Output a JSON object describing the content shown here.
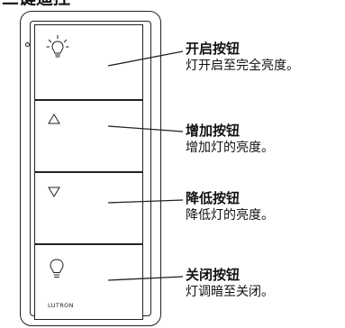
{
  "title": "三键遥控",
  "device": {
    "brand": "LUTRON"
  },
  "callouts": [
    {
      "title": "开启按钮",
      "description": "灯开启至完全亮度。"
    },
    {
      "title": "增加按钮",
      "description": "增加灯的亮度。"
    },
    {
      "title": "降低按钮",
      "description": "降低灯的亮度。"
    },
    {
      "title": "关闭按钮",
      "description": "灯调暗至关闭。"
    }
  ],
  "icons": {
    "on": "light-bulb-on-icon",
    "up": "triangle-up-icon",
    "down": "triangle-down-icon",
    "off": "light-bulb-off-icon"
  },
  "colors": {
    "line": "#222222",
    "text": "#111111",
    "background": "#ffffff"
  }
}
